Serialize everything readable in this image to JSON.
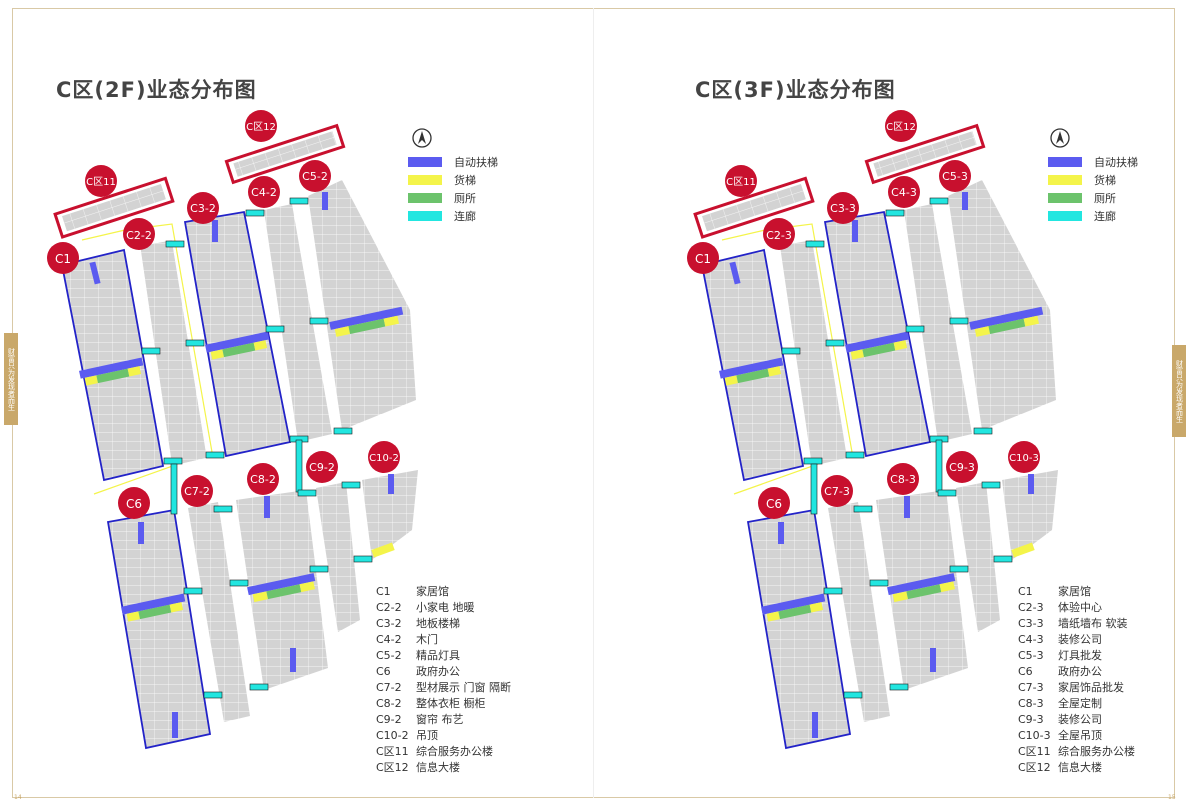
{
  "left": {
    "title": "C区(2F)业态分布图",
    "labels": {
      "c1": "C1",
      "c2": "C2-2",
      "c3": "C3-2",
      "c4": "C4-2",
      "c5": "C5-2",
      "c6": "C6",
      "c7": "C7-2",
      "c8": "C8-2",
      "c9": "C9-2",
      "c10": "C10-2",
      "c11": "C区11",
      "c12": "C区12"
    },
    "tenants": [
      {
        "code": "C1",
        "desc": "家居馆"
      },
      {
        "code": "C2-2",
        "desc": "小家电 地暖"
      },
      {
        "code": "C3-2",
        "desc": "地板楼梯"
      },
      {
        "code": "C4-2",
        "desc": "木门"
      },
      {
        "code": "C5-2",
        "desc": "精品灯具"
      },
      {
        "code": "C6",
        "desc": "政府办公"
      },
      {
        "code": "C7-2",
        "desc": "型材展示  门窗  隔断"
      },
      {
        "code": "C8-2",
        "desc": "整体衣柜  橱柜"
      },
      {
        "code": "C9-2",
        "desc": "窗帘 布艺"
      },
      {
        "code": "C10-2",
        "desc": "吊顶"
      },
      {
        "code": "C区11",
        "desc": "综合服务办公楼"
      },
      {
        "code": "C区12",
        "desc": "信息大楼"
      }
    ]
  },
  "right": {
    "title": "C区(3F)业态分布图",
    "labels": {
      "c1": "C1",
      "c2": "C2-3",
      "c3": "C3-3",
      "c4": "C4-3",
      "c5": "C5-3",
      "c6": "C6",
      "c7": "C7-3",
      "c8": "C8-3",
      "c9": "C9-3",
      "c10": "C10-3",
      "c11": "C区11",
      "c12": "C区12"
    },
    "tenants": [
      {
        "code": "C1",
        "desc": "家居馆"
      },
      {
        "code": "C2-3",
        "desc": "体验中心"
      },
      {
        "code": "C3-3",
        "desc": "墙纸墙布 软装"
      },
      {
        "code": "C4-3",
        "desc": "装修公司"
      },
      {
        "code": "C5-3",
        "desc": "灯具批发"
      },
      {
        "code": "C6",
        "desc": "政府办公"
      },
      {
        "code": "C7-3",
        "desc": "家居饰品批发"
      },
      {
        "code": "C8-3",
        "desc": "全屋定制"
      },
      {
        "code": "C9-3",
        "desc": "装修公司"
      },
      {
        "code": "C10-3",
        "desc": "全屋吊顶"
      },
      {
        "code": "C区11",
        "desc": "综合服务办公楼"
      },
      {
        "code": "C区12",
        "desc": "信息大楼"
      }
    ]
  },
  "legend": [
    {
      "label": "自动扶梯",
      "color": "#5b5bf0"
    },
    {
      "label": "货梯",
      "color": "#f4f44a"
    },
    {
      "label": "厕所",
      "color": "#6cc36c"
    },
    {
      "label": "连廊",
      "color": "#22e6e0"
    }
  ],
  "side_tab": {
    "text": "财富只为发现者而生"
  },
  "colors": {
    "marker": "#c8102e",
    "building_fill": "#d3d3d3",
    "outline_blue": "#2323c8",
    "title": "#444444"
  },
  "page_numbers": {
    "left": "14",
    "right": "15"
  }
}
